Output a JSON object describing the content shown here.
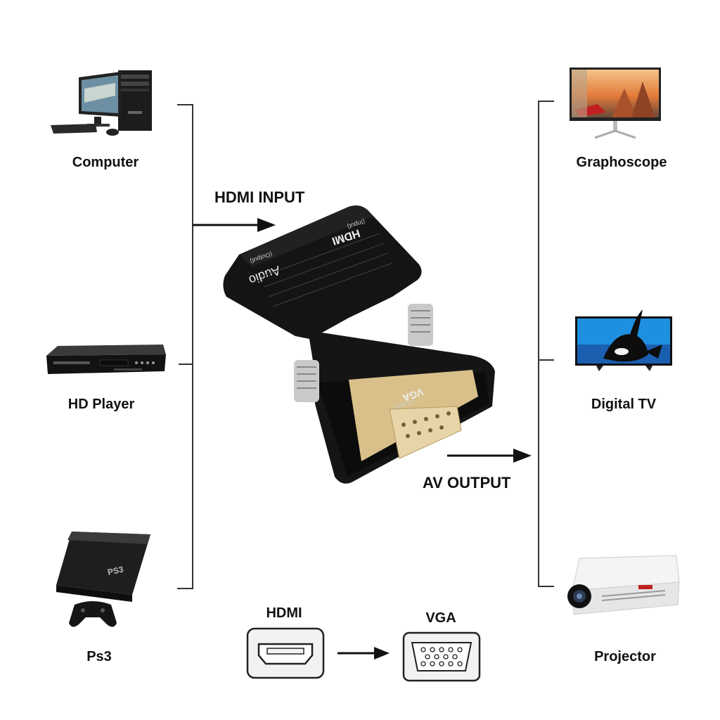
{
  "inputs": {
    "computer": "Computer",
    "hd_player": "HD Player",
    "ps3": "Ps3"
  },
  "outputs": {
    "graphoscope": "Graphoscope",
    "digital_tv": "Digital TV",
    "projector": "Projector"
  },
  "arrows": {
    "hdmi_input": "HDMI INPUT",
    "av_output": "AV OUTPUT"
  },
  "adapter": {
    "hdmi_port": "HDMI",
    "hdmi_port_sub": "(Input)",
    "audio_port": "Audio",
    "audio_port_sub": "(Output)",
    "vga_port": "VGA",
    "vga_port_sub": "(Output)"
  },
  "connectors": {
    "hdmi": "HDMI",
    "vga": "VGA"
  },
  "devices": {
    "ps3_logo": "PS3"
  },
  "icons": [
    "computer-icon",
    "dvd-player-icon",
    "ps3-console-icon",
    "monitor-icon",
    "tv-icon",
    "projector-icon",
    "hdmi-port-icon",
    "vga-port-icon",
    "adapter-image"
  ]
}
